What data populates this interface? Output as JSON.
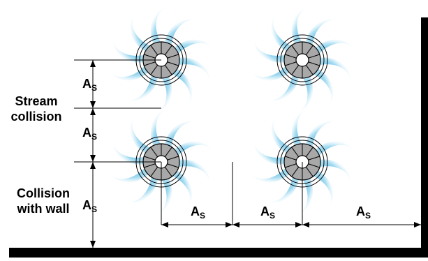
{
  "labels": {
    "stream_collision": "Stream\ncollision",
    "collision_with_wall": "Collision\nwith wall"
  },
  "dimension": {
    "symbol": "A",
    "subscript": "S"
  },
  "colors": {
    "jet": "#8fd3ee",
    "hub": "#a8a8a8",
    "wall": "#000000",
    "line": "#000000"
  },
  "icons": [
    "swirl-nozzle-icon",
    "dimension-arrow-icon"
  ]
}
